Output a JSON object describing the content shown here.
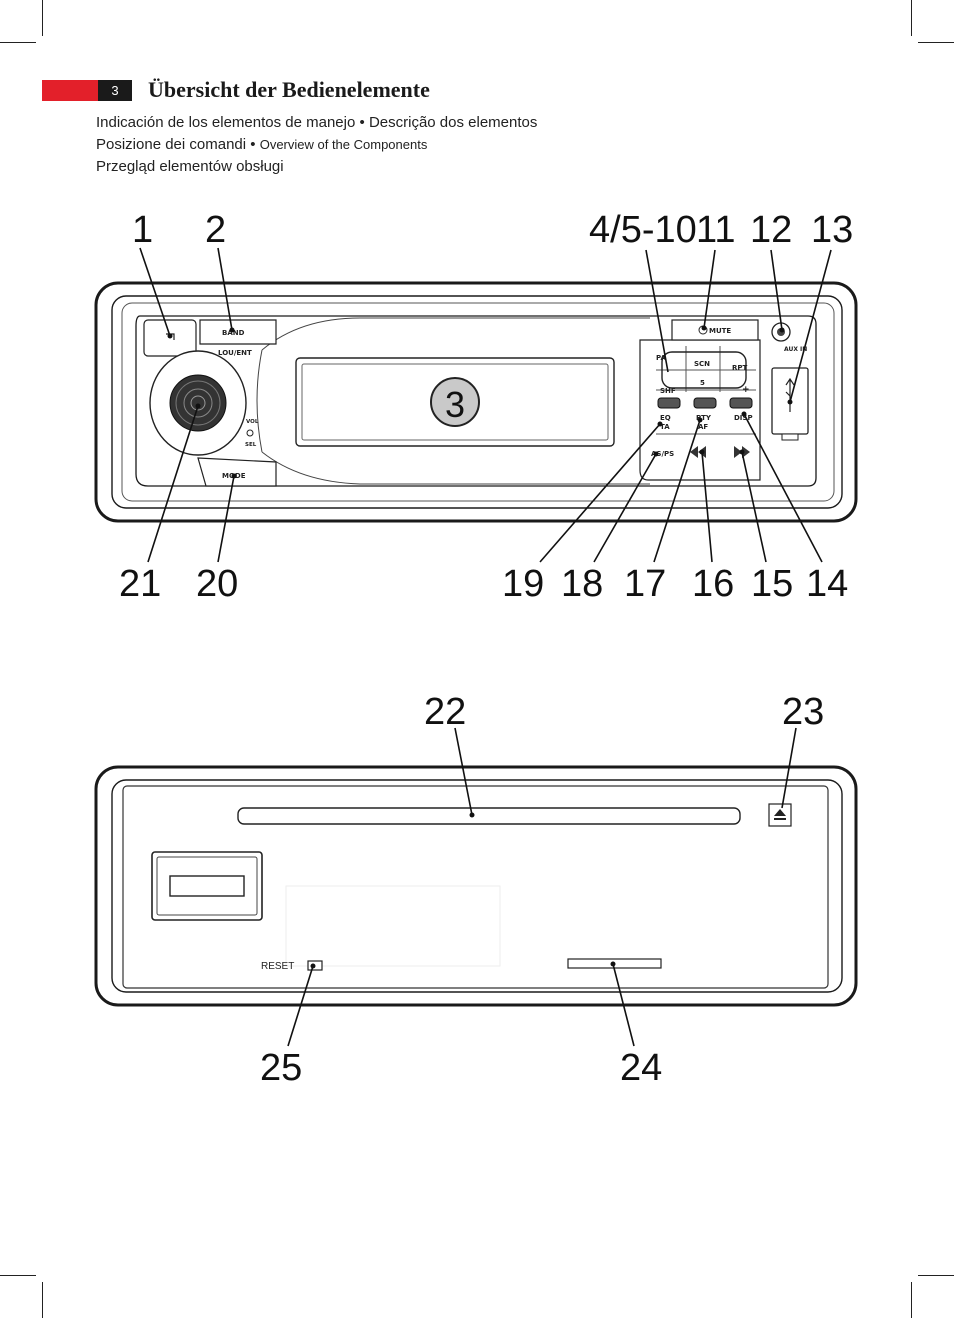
{
  "header": {
    "page_number": "3",
    "title": "Übersicht der Bedienelemente",
    "subtitles": [
      "Indicación de los elementos de manejo",
      "Descrição dos elementos",
      "Posizione dei comandi",
      "Overview of the Components",
      "Przegląd elementów obsługi"
    ],
    "bullet": "•"
  },
  "front_panel": {
    "callouts_top": [
      "1",
      "2",
      "4/5-10",
      "11",
      "12",
      "13"
    ],
    "callouts_bottom": [
      "21",
      "20",
      "19",
      "18",
      "17",
      "16",
      "15",
      "14"
    ],
    "display_number": "3",
    "labels": {
      "band": "BAND",
      "lou_ent": "LOU/ENT",
      "mode": "MODE",
      "vol": "VOL",
      "sel": "SEL",
      "mute": "MUTE",
      "aux_in": "AUX IN",
      "pa": "PA",
      "scn": "SCN",
      "rpt": "RPT",
      "shf": "SHF",
      "five": "5",
      "eq": "EQ",
      "ta": "TA",
      "pty": "PTY",
      "af": "AF",
      "disp": "DISP",
      "plus": "+",
      "as_ps": "AS/PS"
    }
  },
  "back_panel": {
    "callouts": [
      "22",
      "23",
      "25",
      "24"
    ],
    "reset_label": "RESET"
  }
}
